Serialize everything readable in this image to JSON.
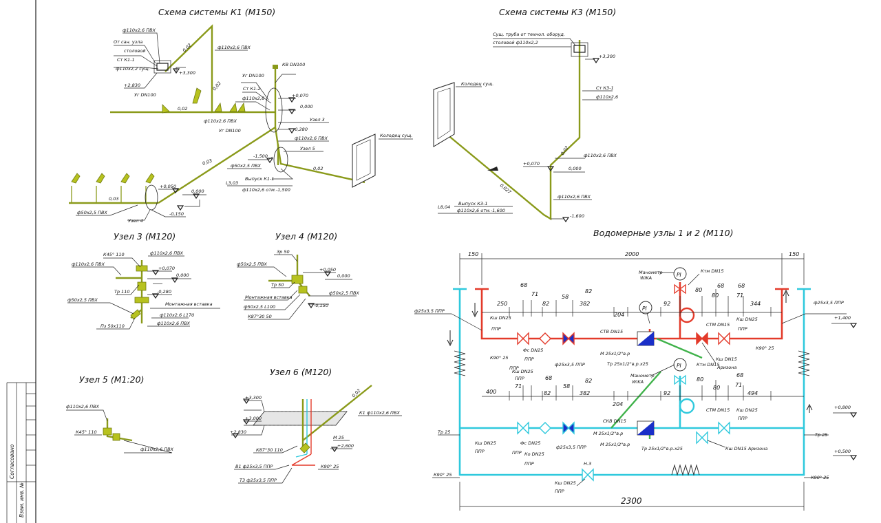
{
  "titles": {
    "k1": "Схема системы К1 (М150)",
    "k3": "Схема системы К3 (М150)",
    "node3": "Узел 3 (М120)",
    "node4": "Узел 4 (М120)",
    "node5": "Узел 5 (М1:20)",
    "node6": "Узел 6 (М120)",
    "meter": "Водомерные узлы 1 и 2 (М110)"
  },
  "k1": {
    "l_pvx1": "ф110х2,6 ПВХ",
    "l_san1": "От сан. узла",
    "l_san2": "столовой",
    "l_st1": "Ст К1-1",
    "l_sush": "ф110х2,2 сущ.",
    "e_p2830": "+2,830",
    "e_p3300": "+3,300",
    "s_002a": "0,02",
    "l_pvx2": "ф110х2,6 ПВХ",
    "l_ug1": "Уг DN100",
    "l_kv": "КВ DN100",
    "l_ug2": "Уг DN100",
    "s_002b": "0,02",
    "s_002c": "0,02",
    "l_st2": "Ст К1-2",
    "l_d110": "ф110х2,6",
    "e_p0070": "+0,070",
    "e_0000": "0,000",
    "l_uzel3": "Узел 3",
    "e_m0280": "-0,280",
    "l_pvx3": "ф110х2,6 ПВХ",
    "l_ug3": "Уг DN100",
    "l_pvx4": "ф110х2,6 ПВХ",
    "l_well": "Колодец сущ.",
    "e_m1500": "-1,500",
    "l_uzel5": "Узел 5",
    "s_002d": "0,02",
    "s_003": "0,03",
    "l_d50": "ф50х2,5 ПВХ",
    "l_vyp1": "Выпуск К1-1",
    "l_len": "L3,03",
    "l_vyp2": "ф110х2,6 отм.-1,500",
    "e_p0050": "+0,050",
    "e_0000b": "0,000",
    "s_003b": "0,03",
    "l_d50b": "ф50х2,5 ПВХ",
    "l_uzel4": "Узел 4",
    "e_m0150": "-0,150"
  },
  "k3": {
    "l_sush1": "Сущ. труба от технол. оборуд.",
    "l_sush2": "столовой ф110х2,2",
    "e_p3300": "+3,300",
    "l_st": "Ст К3-1",
    "l_d110": "ф110х2,6",
    "l_well": "Колодец сущ.",
    "l_pvx": "ф110х2,6 ПВХ",
    "s_002": "0,02",
    "e_p0070": "+0,070",
    "e_0000": "0,000",
    "s_0027": "0,027",
    "l_pvx2": "ф110х2,6 ПВХ",
    "l_vyp": "Выпуск К3-1",
    "l_len": "L8,04",
    "l_vyp2": "ф110х2,6 отм.-1,600",
    "e_m1600": "-1,600"
  },
  "node3": {
    "l_k45": "К45° 110",
    "l_pvx": "ф110х2,6 ПВХ",
    "e_p0070": "+0,070",
    "l_pvx2": "ф110х2,6 ПВХ",
    "e_0000": "0,000",
    "e_m0280": "-0,280",
    "l_tr": "Тр 110",
    "l_vst": "Монтажная вставка",
    "l_d50": "ф50х2,5 ПВХ",
    "l_d110": "ф110х2,6 L170",
    "l_pz": "Пз 50х110",
    "l_pvx3": "ф110х2,6 ПВХ"
  },
  "node4": {
    "l_zp": "Зр 50",
    "l_d50": "ф50х2,5 ПВХ",
    "e_p0050": "+0,050",
    "e_0000": "0,000",
    "l_tr": "Тр 50",
    "l_vst": "Монтажная вставка",
    "l_d50b": "ф50х2,5 ПВХ",
    "l_d50c": "ф50х2,5 L100",
    "e_m0150": "-0,150",
    "l_k87": "К87°30 50"
  },
  "node5": {
    "l_pvx": "ф110х2,6 ПВХ",
    "l_k45": "К45° 110",
    "l_pvx2": "ф110х2,6 ПВХ"
  },
  "node6": {
    "e_p3300": "+3,300",
    "e_p3000": "+3,000",
    "e_p2830": "+2,830",
    "s_002": "0,02",
    "l_k1": "К1 ф110х2,6 ПВХ",
    "l_m25": "М 25",
    "e_p2600": "+2,600",
    "l_k87": "К87°30 110",
    "l_v1": "В1 ф25х3,5 ППР",
    "l_k90": "К90° 25",
    "l_t3": "Т3 ф25х3,5 ППР"
  },
  "meter": {
    "dim_150a": "150",
    "dim_2000": "2000",
    "dim_150b": "150",
    "mano1": "Манометр",
    "wika1": "WIKA",
    "ktm1": "Ктм DN15",
    "pi": "PI",
    "d_68a": "68",
    "d_71a": "71",
    "d_82a": "82",
    "d_58a": "58",
    "d_82b": "82",
    "d_250": "250",
    "d_382a": "382",
    "d_204a": "204",
    "d_92a": "92",
    "d_80a": "80",
    "d_68b": "68",
    "d_68c": "68",
    "d_80b": "80",
    "d_71b": "71",
    "d_344": "344",
    "l_ppr1": "ф25х3,5 ППР",
    "l_ppr2": "ф25х3,5 ППР",
    "e_p1400": "+1,400",
    "l_ksh1": "Кш DN25",
    "l_ppr3": "ППР",
    "l_fs1": "Фс DN25",
    "l_ppr4": "ППР",
    "l_stv": "СТВ DN15",
    "l_stm1": "СТМ DN15",
    "l_ksh2": "Кш DN25",
    "l_ppr5": "ППР",
    "l_k90a": "К90° 25",
    "l_ppr6": "ППР",
    "l_kshb": "Кш DN25",
    "l_ppr7": "ППР",
    "l_ppr8": "ф25х3,5 ППР",
    "l_m1": "М 25х1/2\"в.р",
    "l_tr1": "Тр 25х1/2\"в.р.х25",
    "l_k90b": "К90° 25",
    "l_ksh3": "Кш DN15",
    "l_ariz1": "Аризона",
    "mano2": "Манометр",
    "wika2": "WIKA",
    "ktm2": "Ктм DN15",
    "d_400": "400",
    "d_71c": "71",
    "d_68d": "68",
    "d_82c": "82",
    "d_58b": "58",
    "d_82d": "82",
    "d_382b": "382",
    "d_204b": "204",
    "d_92b": "92",
    "d_80c": "80",
    "d_68e": "68",
    "d_80d": "80",
    "d_71d": "71",
    "d_494": "494",
    "e_p0800": "+0,800",
    "l_tr25a": "Тр 25",
    "l_skv": "СКВ DN15",
    "l_stm2": "СТМ DN15",
    "l_ksh4": "Кш DN25",
    "l_ppr9": "ППР",
    "l_tr25b": "Тр 25",
    "e_p0500": "+0,500",
    "l_ksh5": "Кш DN25",
    "l_ppr10": "ППР",
    "l_fs2": "Фс DN25",
    "l_ppr11": "ППР",
    "l_ko": "Ко DN25",
    "l_ppr12": "ППР",
    "l_ppr13": "ф25х3,5 ППР",
    "l_m2": "М 25х1/2\"в.р",
    "l_m3": "М 25х1/2\"в.р",
    "l_tr2": "Тр 25х1/2\"в.р.х25",
    "l_ksh6": "Кш DN15 Аризона",
    "l_k90c": "К90° 25",
    "l_k90d": "К90° 25",
    "l_ksh7": "Кш DN25",
    "l_ppr14": "ППР",
    "n3": "Н.З",
    "dim_2300": "2300"
  },
  "stamp": {
    "agreed": "Согласовано",
    "inv": "Взам. инв. №"
  },
  "colors": {
    "sewer": "#8a9a1a",
    "hot": "#e33a2a",
    "cold": "#2fc9dd",
    "common": "#3fb24a",
    "valve": "#1a2fc8"
  }
}
